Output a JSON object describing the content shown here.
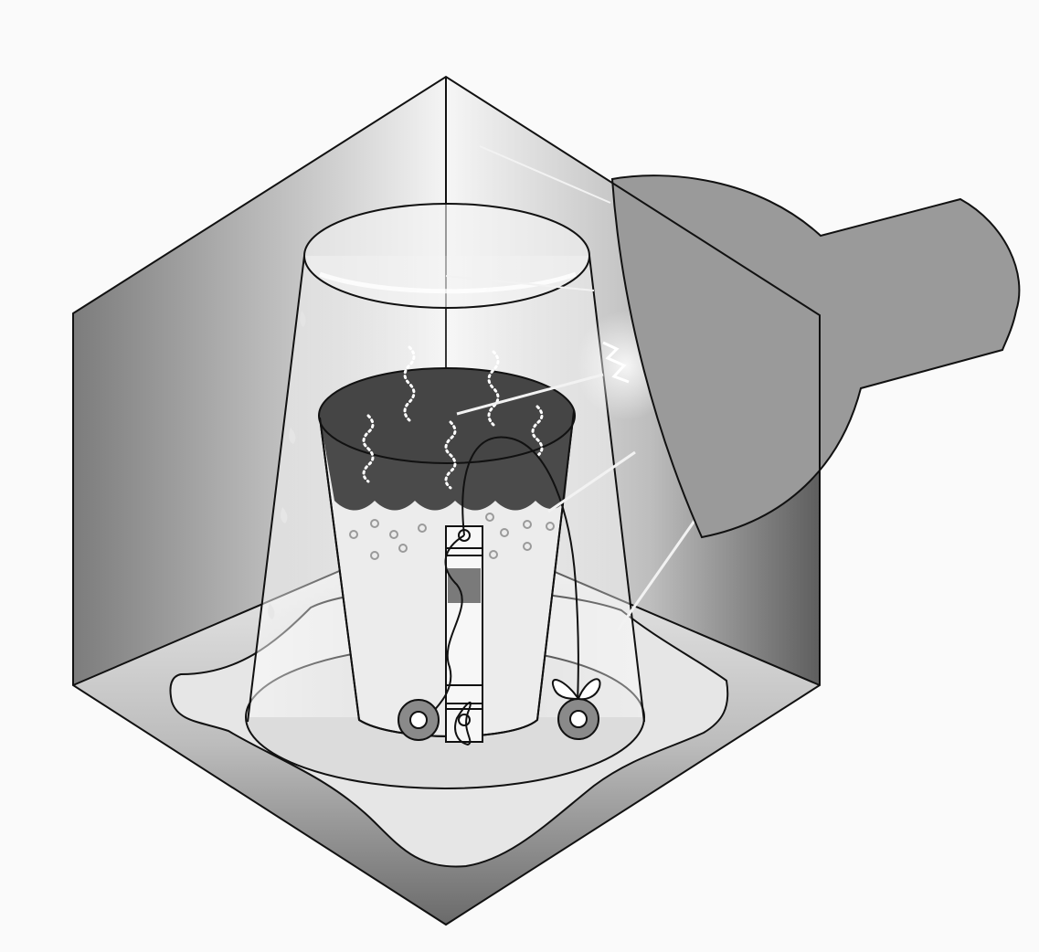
{
  "diagram": {
    "background": "#fafafa",
    "colors": {
      "outline": "#111111",
      "floor_light": "#f2f2f2",
      "floor_dark": "#707070",
      "wall_dark": "#7c7c7c",
      "wall_light": "#f4f4f4",
      "lamp": "#9a9a9a",
      "liquid": "#4a4a4a",
      "cup": "#ececec",
      "bubble": "#9a9a9a",
      "steam": "#ffffff",
      "strip_band": "#7a7a7a",
      "clip": "#8a8a8a"
    },
    "components": [
      {
        "id": "enclosure",
        "icon": "isometric-box-icon"
      },
      {
        "id": "heat-lamp",
        "icon": "lamp-icon"
      },
      {
        "id": "glass-dome",
        "icon": "bell-jar-icon"
      },
      {
        "id": "cup",
        "icon": "cup-icon"
      },
      {
        "id": "liquid-surface",
        "icon": "liquid-icon"
      },
      {
        "id": "steam",
        "icon": "steam-icon"
      },
      {
        "id": "bubbles",
        "icon": "bubbles-icon"
      },
      {
        "id": "test-strip",
        "icon": "test-strip-icon"
      },
      {
        "id": "wire-clips",
        "icon": "clip-icon"
      },
      {
        "id": "condensation-drops",
        "icon": "droplet-icon"
      },
      {
        "id": "light-rays",
        "icon": "light-ray-icon"
      }
    ]
  }
}
